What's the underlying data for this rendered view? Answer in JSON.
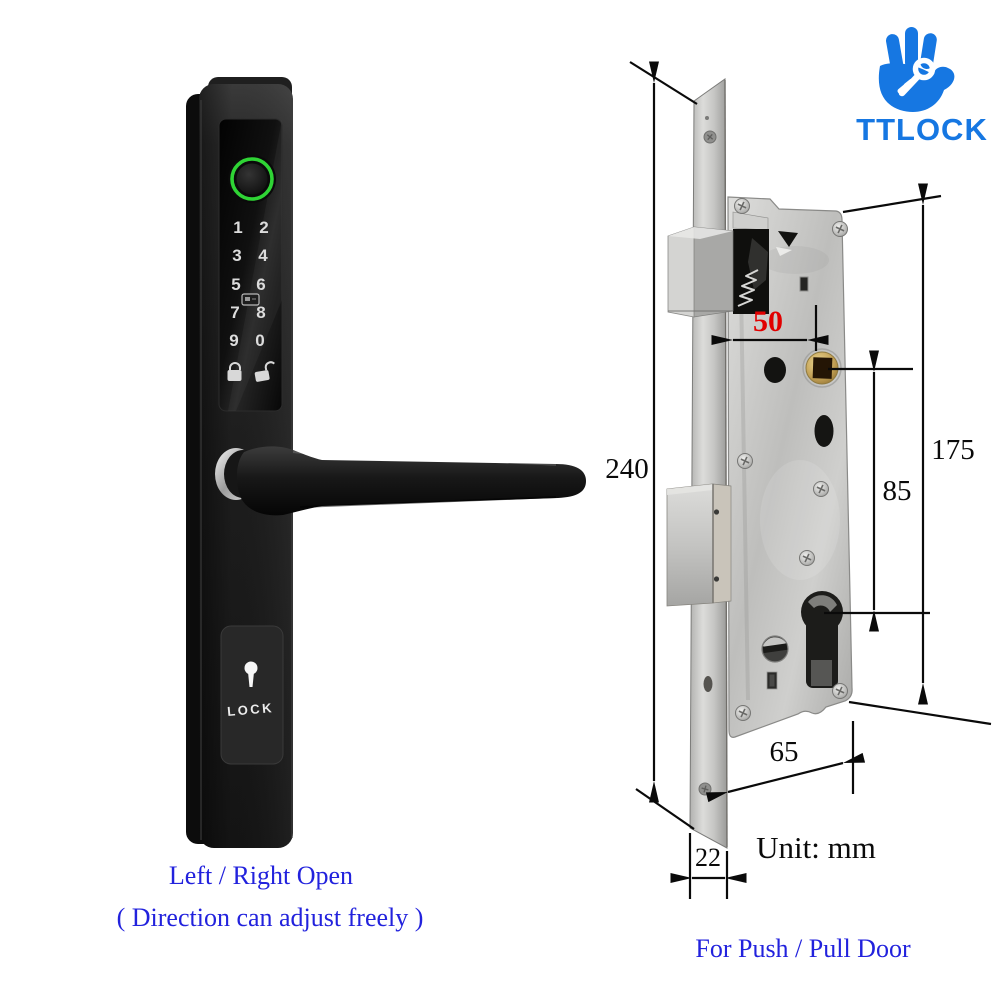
{
  "logo": {
    "brand": "TTLOCK",
    "color": "#1677e2",
    "icon": "hand-with-key-icon"
  },
  "smart_lock": {
    "keypad": {
      "digits": [
        "1",
        "2",
        "3",
        "4",
        "5",
        "6",
        "7",
        "8",
        "9",
        "0"
      ],
      "lock_key_icon": "locked-padlock-icon",
      "unlock_key_icon": "unlocked-padlock-icon",
      "card_reader_icon": "rfid-card-icon"
    },
    "fingerprint_ring_color": "#2fd435",
    "cylinder_cover_label": "LOCK"
  },
  "diagram": {
    "dimensions": {
      "overall_height": "240",
      "backset": "50",
      "backset_color": "#e10000",
      "spindle_to_cylinder": "85",
      "case_height": "175",
      "case_depth": "65",
      "faceplate_width": "22"
    },
    "unit_label": "Unit: mm",
    "materials": {
      "steel": "#c6c6c4",
      "brass": "#caa85e"
    }
  },
  "captions": {
    "left_line1": "Left / Right Open",
    "left_line2": "( Direction can adjust freely )",
    "right": "For Push / Pull Door",
    "color": "#2222dd"
  }
}
